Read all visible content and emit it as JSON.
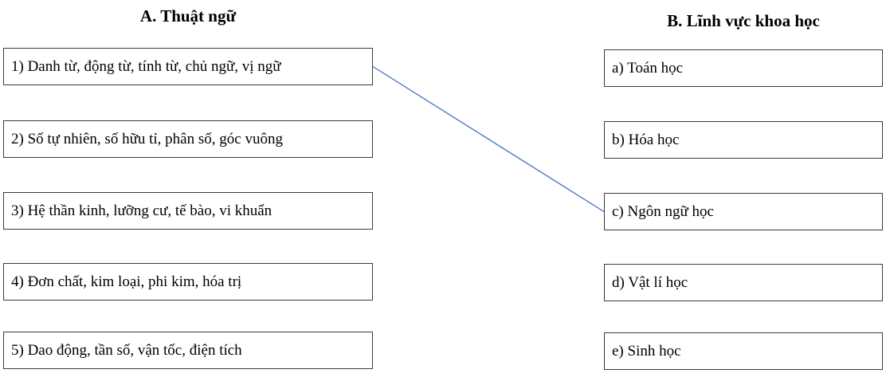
{
  "columns": {
    "a": {
      "title": "A. Thuật ngữ",
      "items": [
        {
          "id": "1",
          "label": "1) Danh từ, động từ, tính từ, chủ ngữ, vị ngữ"
        },
        {
          "id": "2",
          "label": "2) Số tự nhiên, số hữu tỉ, phân số, góc vuông"
        },
        {
          "id": "3",
          "label": "3) Hệ thần kinh, lưỡng cư, tế bào, vi khuẩn"
        },
        {
          "id": "4",
          "label": "4) Đơn chất, kim loại, phi kim, hóa trị"
        },
        {
          "id": "5",
          "label": "5) Dao động, tần số, vận tốc, điện tích"
        }
      ]
    },
    "b": {
      "title": "B. Lĩnh vực khoa học",
      "items": [
        {
          "id": "a",
          "label": "a) Toán học"
        },
        {
          "id": "b",
          "label": "b) Hóa học"
        },
        {
          "id": "c",
          "label": "c) Ngôn ngữ học"
        },
        {
          "id": "d",
          "label": "d) Vật lí học"
        },
        {
          "id": "e",
          "label": "e) Sinh học"
        }
      ]
    }
  },
  "connections": [
    {
      "from": "1",
      "to": "c"
    }
  ],
  "colors": {
    "connector": "#4472C4",
    "box_border": "#3a3a3a",
    "text": "#000000"
  }
}
